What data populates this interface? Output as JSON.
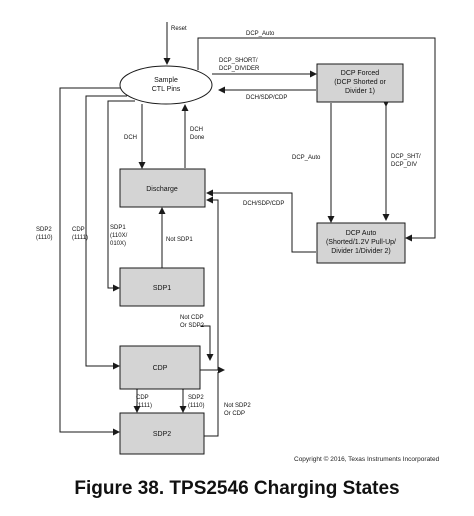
{
  "caption": "Figure 38.  TPS2546 Charging States",
  "copyright": "Copyright © 2016, Texas Instruments Incorporated",
  "colors": {
    "box_fill": "#d4d4d4",
    "line": "#1a1a1a",
    "background": "#ffffff"
  },
  "nodes": {
    "sample": [
      "Sample",
      "CTL Pins"
    ],
    "dcp_forced": [
      "DCP Forced",
      "(DCP Shorted or",
      "Divider 1)"
    ],
    "discharge": [
      "Discharge"
    ],
    "dcp_auto": [
      "DCP Auto",
      "(Shorted/1.2V Pull-Up/",
      "Divider 1/Divider 2)"
    ],
    "sdp1": [
      "SDP1"
    ],
    "cdp": [
      "CDP"
    ],
    "sdp2": [
      "SDP2"
    ]
  },
  "edges": {
    "reset": "Reset",
    "dcp_auto_top": "DCP_Auto",
    "dcp_short": [
      "DCP_SHORT/",
      "DCP_DIVIDER"
    ],
    "dch_sdp_cdp_top": "DCH/SDP/CDP",
    "dch": "DCH",
    "dch_done": [
      "DCH",
      "Done"
    ],
    "dcp_auto_mid": "DCP_Auto",
    "dcp_sht": [
      "DCP_SHT/",
      "DCP_DIV"
    ],
    "dch_sdp_cdp_mid": "DCH/SDP/CDP",
    "sdp2_left": [
      "SDP2",
      "(1110)"
    ],
    "cdp_left": [
      "CDP",
      "(1111)"
    ],
    "sdp1_left": [
      "SDP1",
      "(110X/",
      "010X)"
    ],
    "not_sdp1": "Not SDP1",
    "not_cdp_or_sdp2": [
      "Not CDP",
      "Or SDP2"
    ],
    "cdp_1111": [
      "CDP",
      "(1111)"
    ],
    "sdp2_1110": [
      "SDP2",
      "(1110)"
    ],
    "not_sdp2_or_cdp": [
      "Not SDP2",
      "Or CDP"
    ]
  }
}
